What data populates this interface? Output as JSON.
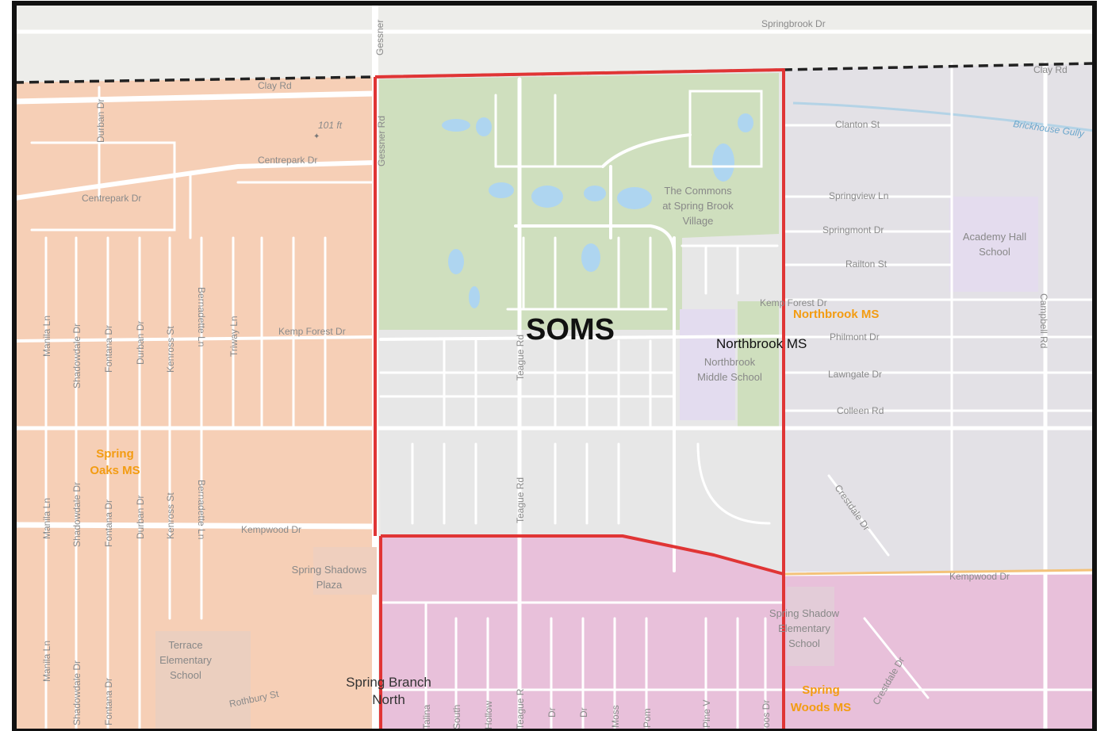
{
  "annotations": {
    "main_label": "SOMS",
    "northbrook_label": "Northbrook MS",
    "spring_branch": "Spring Branch North"
  },
  "zones": {
    "spring_oaks": "Spring Oaks MS",
    "northbrook": "Northbrook MS",
    "spring_woods": "Spring Woods MS"
  },
  "places": {
    "commons": "The Commons at Spring Brook Village",
    "northbrook_school": "Northbrook Middle School",
    "academy_hall": "Academy Hall School",
    "terrace": "Terrace Elementary School",
    "spring_shadows_plaza": "Spring Shadows Plaza",
    "spring_shadow_elem": "Spring Shadow Elementary School",
    "elevation": "101 ft",
    "bayou": "Brickhouse Gully"
  },
  "streets": {
    "springbrook": "Springbrook Dr",
    "clay_left": "Clay Rd",
    "clay_right": "Clay Rd",
    "gessner_top": "Gessner",
    "gessner": "Gessner Rd",
    "centrepark_upper": "Centrepark Dr",
    "centrepark_lower": "Centrepark Dr",
    "clanton": "Clanton St",
    "springview": "Springview Ln",
    "springmont": "Springmont Dr",
    "railton": "Railton St",
    "kemp_forest_right": "Kemp Forest Dr",
    "kemp_forest_left": "Kemp Forest Dr",
    "philmont": "Philmont Dr",
    "lawngate": "Lawngate Dr",
    "colleen": "Colleen Rd",
    "campbell": "Campbell Rd",
    "crestdale": "Crestdale Dr",
    "crestdale2": "Crestdale Dr",
    "kempwood_left": "Kempwood Dr",
    "kempwood_right": "Kempwood Dr",
    "teague_upper": "Teague Rd",
    "teague_lower": "Teague Rd",
    "rothbury": "Rothbury St",
    "durban_top": "Durban Dr",
    "manila": "Manila Ln",
    "shadowdale": "Shadowdale Dr",
    "fontana": "Fontana Dr",
    "durban": "Durban Dr",
    "kenross": "Kenross St",
    "bernadette": "Bernadette Ln",
    "triway": "Triway Ln",
    "manila2": "Manila Ln",
    "shadowdale2": "Shadowdale Dr",
    "fontana2": "Fontana Dr",
    "durban2": "Durban Dr",
    "kenross2": "Kenross St",
    "bernadette2": "Bernadette Ln",
    "manila3": "Manila Ln",
    "shadowdale3": "Shadowdale Dr",
    "fontana3": "Fontana Dr",
    "talina": "Talina",
    "south": "South",
    "hollow": "Hollow",
    "teague_bottom": "Teague R",
    "dr1": "Dr",
    "dr2": "Dr",
    "moss": "Moss",
    "pom": "Pom",
    "pine": "Pine V",
    "oosdr": "oos Dr"
  },
  "colors": {
    "orange_zone": "#f5cdb3",
    "pink_zone": "#e8c1da",
    "gray_zone": "#e2e0e3",
    "park_green": "#c9dbb4",
    "water": "#a9d3ef",
    "boundary_red": "#e03535",
    "dashed_border": "#222222",
    "label_orange": "#f39c12"
  }
}
